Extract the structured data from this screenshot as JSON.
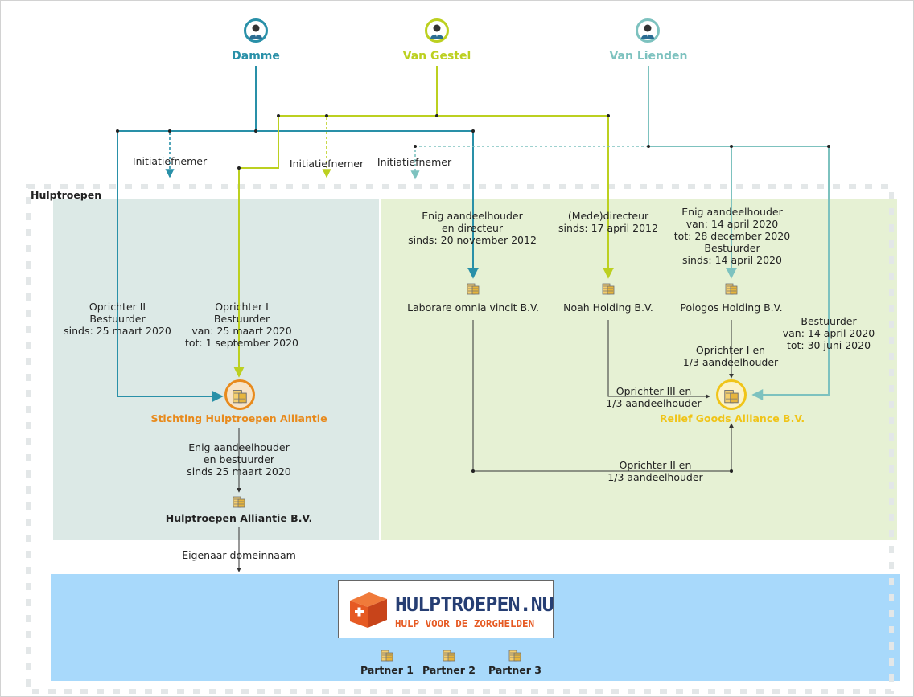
{
  "colors": {
    "damme": "#2990a8",
    "van_gestel": "#bcd020",
    "van_lienden": "#7dc2bf",
    "stichting": "#e88a1c",
    "relief": "#f0c418",
    "panel_left": "#dce9e6",
    "panel_right": "#e6f1d4",
    "partners_bg": "#a8d9fb",
    "dashed_frame": "#e3e7e8",
    "black_line": "#333333"
  },
  "persons": [
    {
      "id": "damme",
      "name": "Damme",
      "icon": "person-icon"
    },
    {
      "id": "van_gestel",
      "name": "Van Gestel",
      "icon": "person-icon"
    },
    {
      "id": "van_lienden",
      "name": "Van Lienden",
      "icon": "person-icon"
    }
  ],
  "group_label": "Hulptroepen",
  "entities": {
    "stichting": "Stichting Hulptroepen Alliantie",
    "hulptroepen_bv": "Hulptroepen Alliantie B.V.",
    "laborare": "Laborare omnia vincit B.V.",
    "noah": "Noah Holding B.V.",
    "pologos": "Pologos Holding B.V.",
    "relief": "Relief Goods Alliance B.V."
  },
  "relations": {
    "initiatiefnemer_1": "Initiatiefnemer",
    "initiatiefnemer_2": "Initiatiefnemer",
    "initiatiefnemer_3": "Initiatiefnemer",
    "damme_stichting": "Oprichter II\nBestuurder\nsinds: 25 maart 2020",
    "vangestel_stichting": "Oprichter I\nBestuurder\nvan: 25 maart 2020\ntot: 1 september 2020",
    "stichting_bv": "Enig aandeelhouder\nen bestuurder\nsinds 25 maart 2020",
    "damme_laborare": "Enig aandeelhouder\nen directeur\nsinds: 20 november 2012",
    "vangestel_noah": "(Mede)directeur\nsinds: 17 april 2012",
    "vanlienden_pologos": "Enig aandeelhouder\nvan: 14 april 2020\ntot: 28 december 2020\nBestuurder\nsinds: 14 april 2020",
    "vanlienden_relief": "Bestuurder\nvan: 14 april 2020\ntot: 30 juni 2020",
    "pologos_relief": "Oprichter I en\n1/3 aandeelhouder",
    "noah_relief": "Oprichter III en\n1/3 aandeelhouder",
    "laborare_relief": "Oprichter II en\n1/3 aandeelhouder",
    "bv_domain": "Eigenaar domeinnaam"
  },
  "logo": {
    "title": "HULPTROEPEN.NU",
    "subtitle": "HULP VOOR DE ZORGHELDEN",
    "icon": "first-aid-box-icon"
  },
  "partners": [
    "Partner 1",
    "Partner 2",
    "Partner 3"
  ]
}
